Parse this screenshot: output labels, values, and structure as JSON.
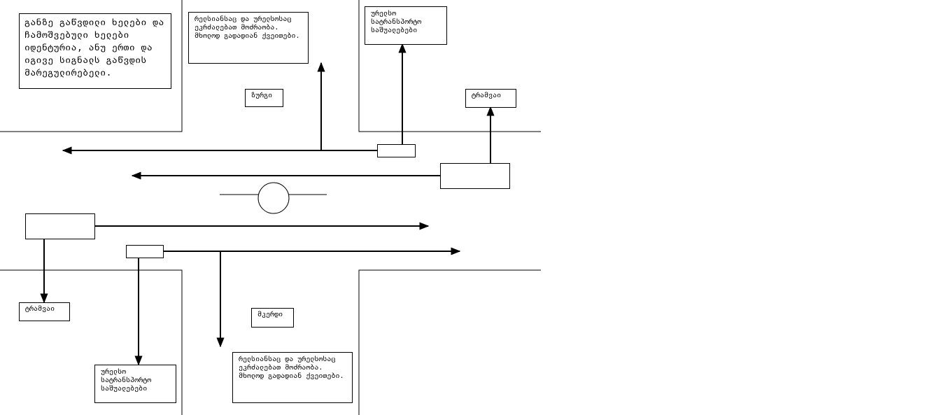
{
  "notes": {
    "main_note": "განზე გაწვდილი ხელები და ჩამოშვებული ხელები იდენტურია, ანუ ერთი და იგივე სიგნალს გაწვდის მარეგულირებელი.",
    "top_note": "რელსიანსაც და ურელსოსაც ეკრძალებათ მოძრაობა. მხოლოდ გადადიან ქვეითები.",
    "bottom_note": "რელსიანსაც და ურელსოსაც ეკრძალებათ მოძრაობა. მხოლოდ გადადიან ქვეითები."
  },
  "labels": {
    "back": "ზურგი",
    "chest": "მკერდი",
    "tram_right": "ტრამვაი",
    "tram_left": "ტრამვაი",
    "trackless_top": "ურელსო სატრანსპორტო საშუალებები",
    "trackless_bottom": "ურელსო სატრანსპორტო საშუალებები"
  },
  "colors": {
    "line": "#000000",
    "background": "#ffffff"
  }
}
